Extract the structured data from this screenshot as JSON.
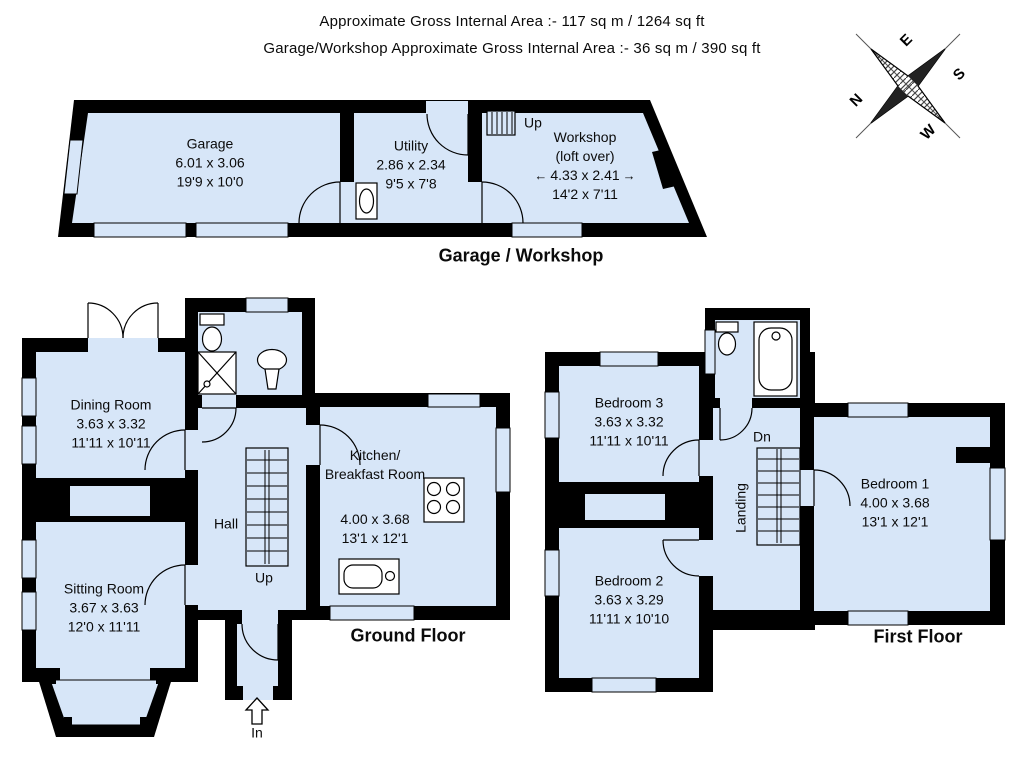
{
  "header": {
    "line1": "Approximate Gross Internal Area  :-   117 sq m /  1264 sq ft",
    "line2": "Garage/Workshop Approximate Gross Internal Area  :-   36 sq m /  390 sq ft"
  },
  "compass": {
    "north": "N",
    "east": "E",
    "south": "S",
    "west": "W"
  },
  "colors": {
    "room_fill": "#d7e6f8",
    "wall": "#000000",
    "background": "#ffffff"
  },
  "icons": {
    "dimension_arrow_left": "←",
    "dimension_arrow_right": "→"
  },
  "garage_workshop": {
    "title": "Garage / Workshop",
    "up_label": "Up",
    "garage": {
      "name": "Garage",
      "metric": "6.01 x 3.06",
      "imperial": "19'9 x 10'0"
    },
    "utility": {
      "name": "Utility",
      "metric": "2.86 x 2.34",
      "imperial": "9'5 x 7'8"
    },
    "workshop": {
      "name": "Workshop",
      "loft_note": "(loft over)",
      "metric": "4.33 x 2.41",
      "imperial": "14'2 x 7'11"
    }
  },
  "ground_floor": {
    "title": "Ground Floor",
    "hall_label": "Hall",
    "up_label": "Up",
    "in_label": "In",
    "dining_room": {
      "name": "Dining Room",
      "metric": "3.63 x 3.32",
      "imperial": "11'11 x 10'11"
    },
    "sitting_room": {
      "name": "Sitting Room",
      "metric": "3.67 x 3.63",
      "imperial": "12'0 x 11'11"
    },
    "kitchen": {
      "name_line1": "Kitchen/",
      "name_line2": "Breakfast Room",
      "metric": "4.00 x 3.68",
      "imperial": "13'1 x 12'1"
    }
  },
  "first_floor": {
    "title": "First Floor",
    "landing_label": "Landing",
    "dn_label": "Dn",
    "bedroom1": {
      "name": "Bedroom 1",
      "metric": "4.00 x 3.68",
      "imperial": "13'1 x 12'1"
    },
    "bedroom2": {
      "name": "Bedroom 2",
      "metric": "3.63 x 3.29",
      "imperial": "11'11 x 10'10"
    },
    "bedroom3": {
      "name": "Bedroom 3",
      "metric": "3.63 x 3.32",
      "imperial": "11'11 x 10'11"
    }
  }
}
